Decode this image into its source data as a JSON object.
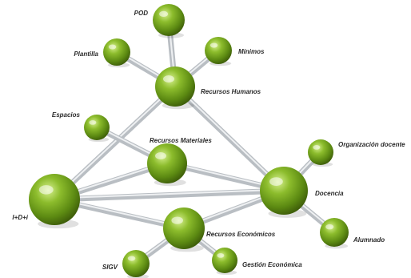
{
  "diagram": {
    "nodes": [
      {
        "id": "pod",
        "label": "POD"
      },
      {
        "id": "plantilla",
        "label": "Plantilla"
      },
      {
        "id": "minimos",
        "label": "Mínimos"
      },
      {
        "id": "rrhh",
        "label": "Recursos Humanos"
      },
      {
        "id": "espacios",
        "label": "Espacios"
      },
      {
        "id": "materiales",
        "label": "Recursos Materiales"
      },
      {
        "id": "organizacion",
        "label": "Organización docente"
      },
      {
        "id": "docencia",
        "label": "Docencia"
      },
      {
        "id": "idi",
        "label": "I+D+i"
      },
      {
        "id": "economicos",
        "label": "Recursos Económicos"
      },
      {
        "id": "alumnado",
        "label": "Alumnado"
      },
      {
        "id": "sigv",
        "label": "SIGV"
      },
      {
        "id": "gestion",
        "label": "Gestión Económica"
      }
    ],
    "edges": [
      {
        "from": "pod",
        "to": "rrhh"
      },
      {
        "from": "plantilla",
        "to": "rrhh"
      },
      {
        "from": "minimos",
        "to": "rrhh"
      },
      {
        "from": "rrhh",
        "to": "idi"
      },
      {
        "from": "rrhh",
        "to": "docencia"
      },
      {
        "from": "espacios",
        "to": "materiales"
      },
      {
        "from": "materiales",
        "to": "idi"
      },
      {
        "from": "materiales",
        "to": "docencia"
      },
      {
        "from": "idi",
        "to": "docencia"
      },
      {
        "from": "idi",
        "to": "economicos"
      },
      {
        "from": "economicos",
        "to": "docencia"
      },
      {
        "from": "organizacion",
        "to": "docencia"
      },
      {
        "from": "docencia",
        "to": "alumnado"
      },
      {
        "from": "economicos",
        "to": "sigv"
      },
      {
        "from": "economicos",
        "to": "gestion"
      }
    ],
    "colors": {
      "node_fill": "#6f9a1e",
      "node_light": "#c8e87a",
      "node_dark": "#3f5f0a",
      "edge": "#b9bec3",
      "label": "#2a2a2a"
    }
  }
}
